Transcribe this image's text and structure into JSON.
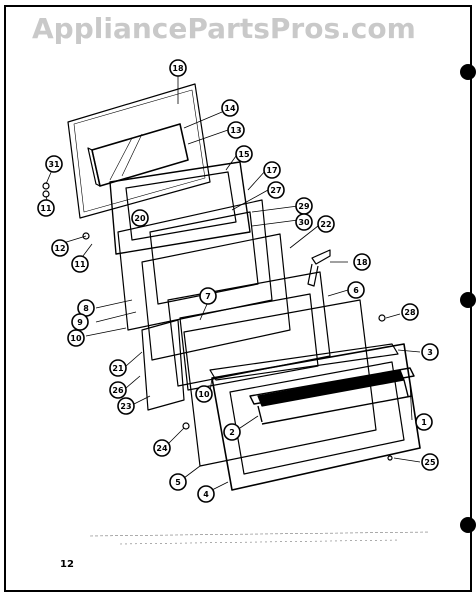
{
  "watermark": "AppliancePartsPros.com",
  "page_number": "12",
  "colors": {
    "ink": "#000000",
    "watermark": "#c9c9c9",
    "paper": "#ffffff"
  },
  "callouts": [
    {
      "id": "c18a",
      "label": "18"
    },
    {
      "id": "c14",
      "label": "14"
    },
    {
      "id": "c13",
      "label": "13"
    },
    {
      "id": "c15",
      "label": "15"
    },
    {
      "id": "c17",
      "label": "17"
    },
    {
      "id": "c27",
      "label": "27"
    },
    {
      "id": "c31",
      "label": "31"
    },
    {
      "id": "c20",
      "label": "20"
    },
    {
      "id": "c29",
      "label": "29"
    },
    {
      "id": "c30",
      "label": "30"
    },
    {
      "id": "c22",
      "label": "22"
    },
    {
      "id": "c11a",
      "label": "11"
    },
    {
      "id": "c12",
      "label": "12"
    },
    {
      "id": "c11b",
      "label": "11"
    },
    {
      "id": "c18b",
      "label": "18"
    },
    {
      "id": "c8",
      "label": "8"
    },
    {
      "id": "c9",
      "label": "9"
    },
    {
      "id": "c10a",
      "label": "10"
    },
    {
      "id": "c7",
      "label": "7"
    },
    {
      "id": "c6",
      "label": "6"
    },
    {
      "id": "c28",
      "label": "28"
    },
    {
      "id": "c21",
      "label": "21"
    },
    {
      "id": "c26",
      "label": "26"
    },
    {
      "id": "c23",
      "label": "23"
    },
    {
      "id": "c10b",
      "label": "10"
    },
    {
      "id": "c3",
      "label": "3"
    },
    {
      "id": "c2",
      "label": "2"
    },
    {
      "id": "c1",
      "label": "1"
    },
    {
      "id": "c24",
      "label": "24"
    },
    {
      "id": "c5",
      "label": "5"
    },
    {
      "id": "c4",
      "label": "4"
    },
    {
      "id": "c25",
      "label": "25"
    }
  ]
}
